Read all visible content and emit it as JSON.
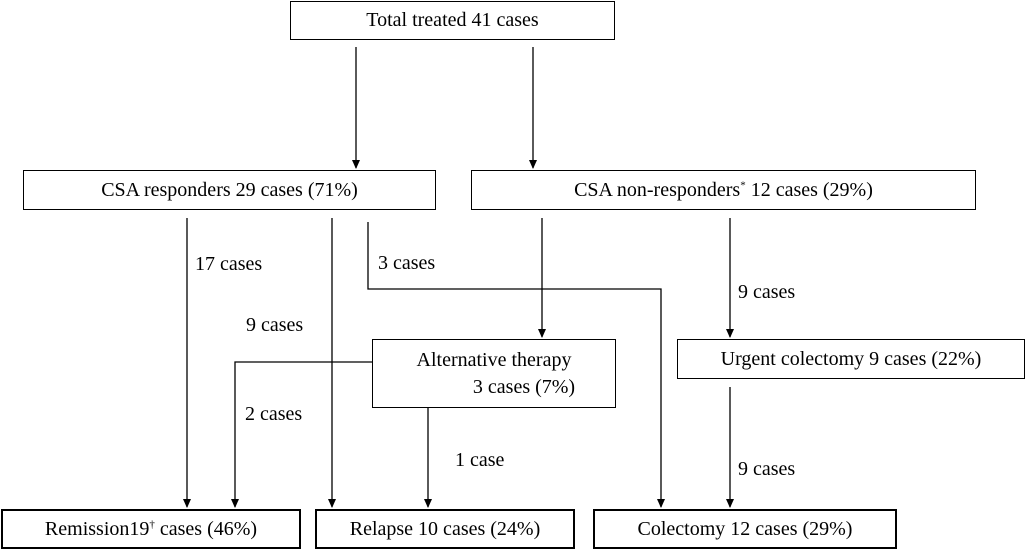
{
  "nodes": {
    "total": {
      "text": "Total treated 41 cases"
    },
    "responders": {
      "text": "CSA responders 29 cases (71%)"
    },
    "nonresponders": {
      "text_a": "CSA non-responders",
      "sup": "*",
      "text_b": " 12 cases (29%)"
    },
    "alternative": {
      "line1": "Alternative therapy",
      "line2": "3 cases (7%)"
    },
    "urgent": {
      "text": "Urgent colectomy 9 cases (22%)"
    },
    "remission": {
      "text_a": "Remission19",
      "sup": "†",
      "text_b": " cases (46%)"
    },
    "relapse": {
      "text": "Relapse 10 cases (24%)"
    },
    "colectomy": {
      "text": "Colectomy 12 cases (29%)"
    }
  },
  "edges": [
    {
      "from": "total",
      "to": "responders",
      "label": ""
    },
    {
      "from": "total",
      "to": "nonresponders",
      "label": ""
    },
    {
      "from": "responders",
      "to": "remission",
      "label": "17 cases"
    },
    {
      "from": "responders",
      "to": "relapse",
      "label": "9 cases"
    },
    {
      "from": "responders",
      "to": "colectomy",
      "label": "3 cases"
    },
    {
      "from": "nonresponders",
      "to": "alternative",
      "label": ""
    },
    {
      "from": "nonresponders",
      "to": "urgent",
      "label": "9 cases"
    },
    {
      "from": "alternative",
      "to": "remission",
      "label": "2 cases"
    },
    {
      "from": "alternative",
      "to": "relapse",
      "label": "1 case"
    },
    {
      "from": "urgent",
      "to": "colectomy",
      "label": "9 cases"
    }
  ]
}
